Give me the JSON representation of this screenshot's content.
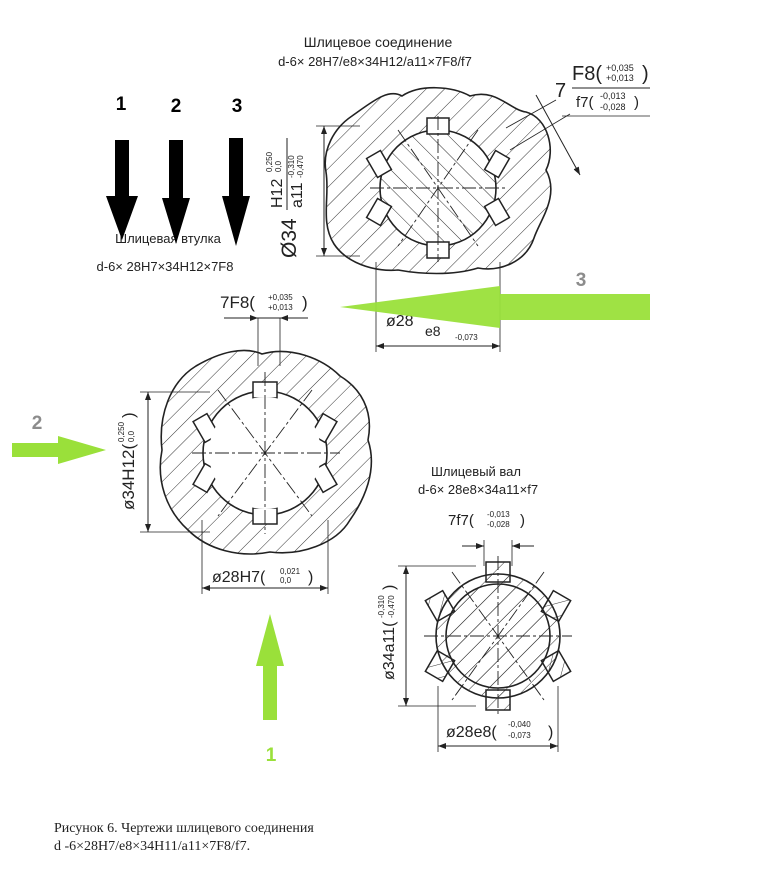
{
  "title": {
    "line1": "Шлицевое соединение",
    "line2": "d-6× 28H7/e8×34H12/a11×7F8/f7"
  },
  "connection_dims": {
    "width_base": "7",
    "width_hole_tol": "F8(",
    "width_hole_up": "+0,035",
    "width_hole_lo": "+0,013",
    "width_hole_close": ")",
    "width_shaft_tol": "f7(",
    "width_shaft_up": "-0,013",
    "width_shaft_lo": "-0,028",
    "width_shaft_close": ")",
    "dia_sym": "Ø34",
    "dia_hole_tol": "H12",
    "dia_hole_up": "0,250",
    "dia_hole_lo": "0,0",
    "dia_shaft_tol": "a11",
    "dia_shaft_up": "-0,310",
    "dia_shaft_lo": "-0,470",
    "inner_dia_visible": "ø28",
    "inner_tol_visible": "e8",
    "inner_lo_visible": "-0,073"
  },
  "bushing": {
    "title": "Шлицевая втулка",
    "spec": "d-6× 28H7×34H12×7F8",
    "width_label": "7F8(",
    "width_up": "+0,035",
    "width_lo": "+0,013",
    "width_close": ")",
    "outer_dia": "ø34H12(",
    "outer_up": "0,250",
    "outer_lo": "0,0",
    "outer_close": ")",
    "inner_dia": "ø28H7(",
    "inner_up": "0,021",
    "inner_lo": "0,0",
    "inner_close": ")"
  },
  "shaft": {
    "title": "Шлицевый вал",
    "spec": "d-6× 28e8×34a11×f7",
    "width_label": "7f7(",
    "width_up": "-0,013",
    "width_lo": "-0,028",
    "width_close": ")",
    "outer_dia": "ø34a11(",
    "outer_up": "-0,310",
    "outer_lo": "-0,470",
    "outer_close": ")",
    "inner_dia": "ø28e8(",
    "inner_up": "-0,040",
    "inner_lo": "-0,073",
    "inner_close": ")"
  },
  "arrows": {
    "black": [
      "1",
      "2",
      "3"
    ],
    "green_bottom": "1",
    "green_left": "2",
    "green_right": "3",
    "black_color": "#000000",
    "green_color": "#9ae03a",
    "green_label_color": "#9ae03a",
    "gray_label_color": "#8c8c8c"
  },
  "caption": {
    "line1": "Рисунок 6. Чертежи  шлицевого  соединения",
    "line2": "d -6×28H7/e8×34H11/a11×7F8/f7."
  }
}
